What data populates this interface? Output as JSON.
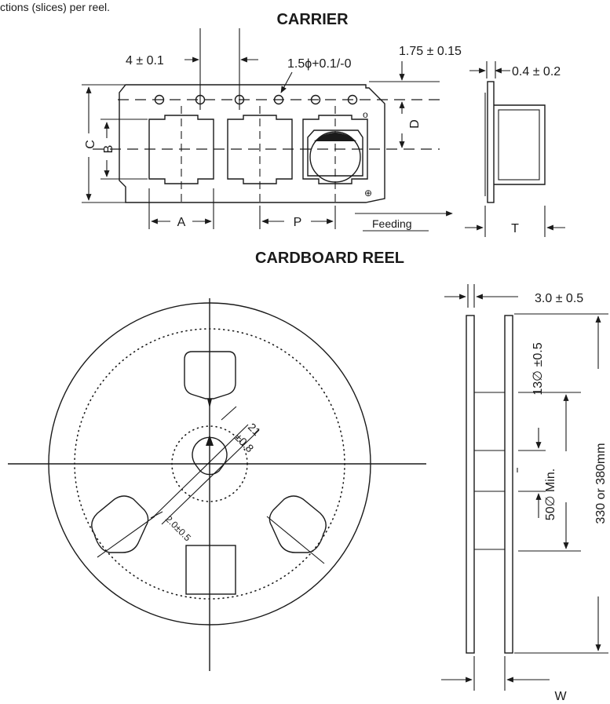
{
  "header_text": "ctions (slices) per reel.",
  "carrier": {
    "title": "CARRIER",
    "pitch_label": "4 ± 0.1",
    "hole_label": "1.5ϕ+0.1/-0",
    "edge_label": "1.75 ± 0.15",
    "thickness_label": "0.4 ± 0.2",
    "label_a": "A",
    "label_p": "P",
    "label_b": "B",
    "label_c": "C",
    "label_d": "D",
    "label_t": "T",
    "feeding_label": "Feeding"
  },
  "reel": {
    "title": "CARDBOARD REEL",
    "flange_gap_label": "3.0 ± 0.5",
    "hub_label": "13∅ ±0.5",
    "min_label": "50∅ Min.",
    "diameter_label": "330 or 380mm",
    "width_label": "W",
    "slot_label_top": "21",
    "slot_label_bottom": "±0.8",
    "key_label": "2.0±0.5"
  }
}
